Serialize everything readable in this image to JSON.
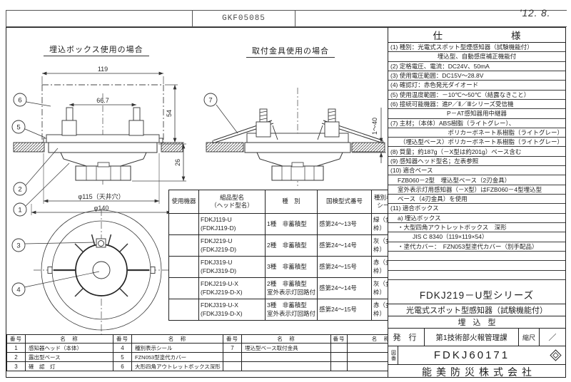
{
  "colors": {
    "line": "#2b2b2b",
    "text": "#1d1d1d",
    "muted": "#4a4a4a"
  },
  "meta": {
    "doc_code": "GKF05085",
    "date": "'12. 8."
  },
  "drawings": {
    "flush_box": {
      "title": "埋込ボックス使用の場合",
      "dim_width": "119",
      "dim_pitch": "66.7",
      "dim_depth": "54",
      "dim_protrusion": "26",
      "dim_hole": "φ115（天井穴）",
      "dim_outer": "φ140",
      "callout_outlet_box": "6",
      "callout_cover": "5",
      "callout_base": "2",
      "callout_head": "1",
      "callout_lamp": "3",
      "callout_seal": "4"
    },
    "bracket": {
      "title": "取付金具使用の場合",
      "dim_ceiling_thickness": "1～40",
      "callout_bracket": "7"
    }
  },
  "usage_table": {
    "headers": {
      "use": "使用機器",
      "model_1": "組品型名",
      "model_2": "（ヘッド型名）",
      "kind": "種　別",
      "cert": "国検型式番号",
      "seal_1": "種別表示",
      "seal_2": "シール"
    },
    "rows": [
      {
        "use": "",
        "model1": "FDKJ119-U",
        "model2": "(FDKJ119-D)",
        "kind1": "1種　非蓄積型",
        "kind2": "",
        "cert": "感第24～13号",
        "seal": "緑（金枠）"
      },
      {
        "use": "",
        "model1": "FDKJ219-U",
        "model2": "(FDKJ219-D)",
        "kind1": "2種　非蓄積型",
        "kind2": "",
        "cert": "感第24～14号",
        "seal": "灰（金枠）"
      },
      {
        "use": "",
        "model1": "FDKJ319-U",
        "model2": "(FDKJ319-D)",
        "kind1": "3種　非蓄積型",
        "kind2": "",
        "cert": "感第24～15号",
        "seal": "赤（金枠）"
      },
      {
        "use": "",
        "model1": "FDKJ219-U-X",
        "model2": "(FDKJ219-D-X)",
        "kind1": "2種　非蓄積型",
        "kind2": "室外表示灯回路付",
        "cert": "感第24～14号",
        "seal": "灰（金枠）"
      },
      {
        "use": "",
        "model1": "FDKJ319-U-X",
        "model2": "(FDKJ319-D-X)",
        "kind1": "3種　非蓄積型",
        "kind2": "室外表示灯回路付",
        "cert": "感第24～15号",
        "seal": "赤（金枠）"
      }
    ]
  },
  "parts_table": {
    "no_label": "番号",
    "name_label": "名　称",
    "rows": [
      {
        "c": [
          "1",
          "感知器ヘッド（本体）",
          "4",
          "種別表示シール",
          "7",
          "埋込型ベース取付金具",
          "",
          ""
        ]
      },
      {
        "c": [
          "2",
          "露出型ベース",
          "5",
          "FZN053型塗代カバー",
          "",
          "",
          "",
          ""
        ]
      },
      {
        "c": [
          "3",
          "確　認　灯",
          "6",
          "大形四角アウトレットボックス深形",
          "",
          "",
          "",
          ""
        ]
      }
    ]
  },
  "spec": {
    "header_left": "仕",
    "header_right": "様",
    "rows": [
      {
        "t": "(1) 種別：光電式スポット型煙感知器（試験機能付）"
      },
      {
        "t": "埋込型、自動感度補正機能付",
        "v": "c"
      },
      {
        "t": "(2) 定格電圧、電流：DC24V、50mA"
      },
      {
        "t": "(3) 使用電圧範囲：DC15V～28.8V"
      },
      {
        "t": "(4) 確認灯：赤色発光ダイオード"
      },
      {
        "t": "(5) 使用温度範囲：－10℃～50℃（結露なきこと）"
      },
      {
        "t": "(6) 接続可能機器：進P／Ⅱ／Ⅲシリーズ受信機"
      },
      {
        "t": "P－AT感知器用中継器",
        "v": "c"
      },
      {
        "t": "(7) 主材；（本体）ABS樹脂（ライトグレー）、"
      },
      {
        "t": "ポリカーボネート系樹脂（ライトグレー）",
        "v": "r"
      },
      {
        "t": "（埋込型ベース）ポリカーボネート系樹脂（ライトグレー）",
        "v": "r"
      },
      {
        "t": "(8) 質量；約187g（－X型は約201g）ベース含む"
      },
      {
        "t": "(9) 感知器ヘッド型名；左表参照"
      },
      {
        "t": "(10) 適合ベース"
      },
      {
        "t": "FZB060－2型　埋込型ベース（2刃金具）",
        "v": "i"
      },
      {
        "t": "室外表示灯用感知器（－X型）はFZB060－4型埋込型",
        "v": "i"
      },
      {
        "t": "ベース（4刃金具）を使用",
        "v": "i"
      },
      {
        "t": "(11) 適合ボックス"
      },
      {
        "t": "a) 埋込ボックス",
        "v": "i"
      },
      {
        "t": "・大型四角アウトレットボックス　深形",
        "v": "i"
      },
      {
        "t": "JIS C 8340（119×119×54）",
        "v": "i2"
      },
      {
        "t": "・塗代カバー：　FZN053型塗代カバー（別手配品）",
        "v": "i"
      },
      {
        "t": ""
      },
      {
        "t": ""
      },
      {
        "t": ""
      }
    ]
  },
  "title_block": {
    "series": "FDKJ219－U型シリーズ",
    "product": "光電式スポット型感知器（試験機能付）",
    "type": "埋込型",
    "issue_label": "発 行",
    "issue_dept": "第1技術部火報管理課",
    "scale_label": "縮尺",
    "scale_value": "／",
    "drawing_no_label": "図番",
    "drawing_no": "FDKJ60171",
    "company": "能美防災株式会社"
  }
}
